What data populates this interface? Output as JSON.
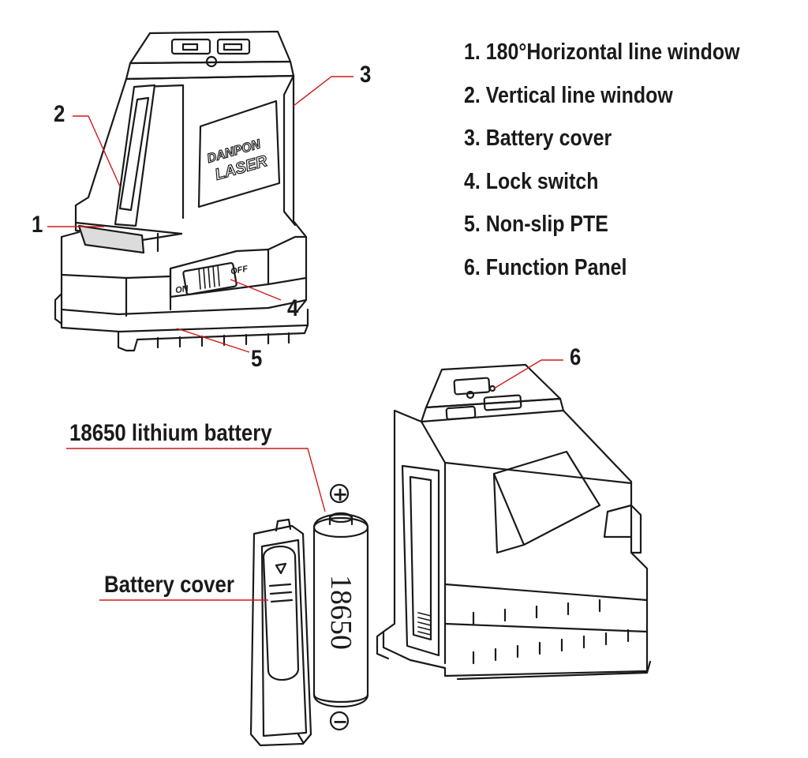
{
  "legend": {
    "items": [
      "1. 180°Horizontal line window",
      "2. Vertical line window",
      "3. Battery cover",
      "4. Lock switch",
      "5. Non-slip PTE",
      "6.  Function Panel"
    ]
  },
  "callouts": {
    "n1": "1",
    "n2": "2",
    "n3": "3",
    "n4": "4",
    "n5": "5",
    "n6": "6",
    "battery_label": "18650 lithium battery",
    "cover_label": "Battery cover"
  },
  "device": {
    "brand_top": "DANPON",
    "brand_bottom": "LASER",
    "switch_on": "ON",
    "switch_off": "OFF"
  },
  "battery": {
    "model": "18650",
    "plus": "+",
    "minus": "−"
  },
  "colors": {
    "leader": "#d11a1a",
    "outline": "#1a1a1a",
    "window_fill": "#dcdcdc",
    "background": "#ffffff"
  }
}
